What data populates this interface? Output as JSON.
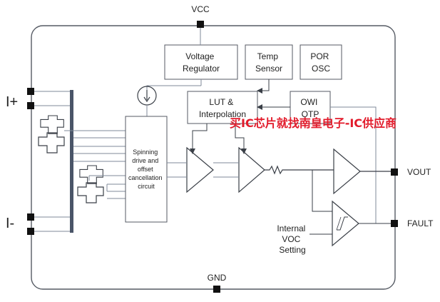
{
  "colors": {
    "line": "#7f8a99",
    "chip_border": "#555a63",
    "pin_fill": "#111111",
    "bus_fill": "#4a5568",
    "text": "#222222",
    "watermark": "#e21b2b"
  },
  "pins": {
    "vcc": "VCC",
    "gnd": "GND",
    "vout": "VOUT",
    "fault": "FAULT",
    "i_plus": "I+",
    "i_minus": "I-"
  },
  "blocks": {
    "voltage_regulator": [
      "Voltage",
      "Regulator"
    ],
    "temp_sensor": [
      "Temp",
      "Sensor"
    ],
    "por_osc": [
      "POR",
      "OSC"
    ],
    "lut_interpolation": [
      "LUT &",
      "Interpolation"
    ],
    "owi_otp": [
      "OWI",
      "OTP"
    ],
    "spinning": [
      "Spinning",
      "drive and",
      "offset",
      "cancellation",
      "circuit"
    ],
    "internal_voc": [
      "Internal",
      "VOC",
      "Setting"
    ]
  },
  "watermark": "买IC芯片就找南皇电子-IC供应商"
}
